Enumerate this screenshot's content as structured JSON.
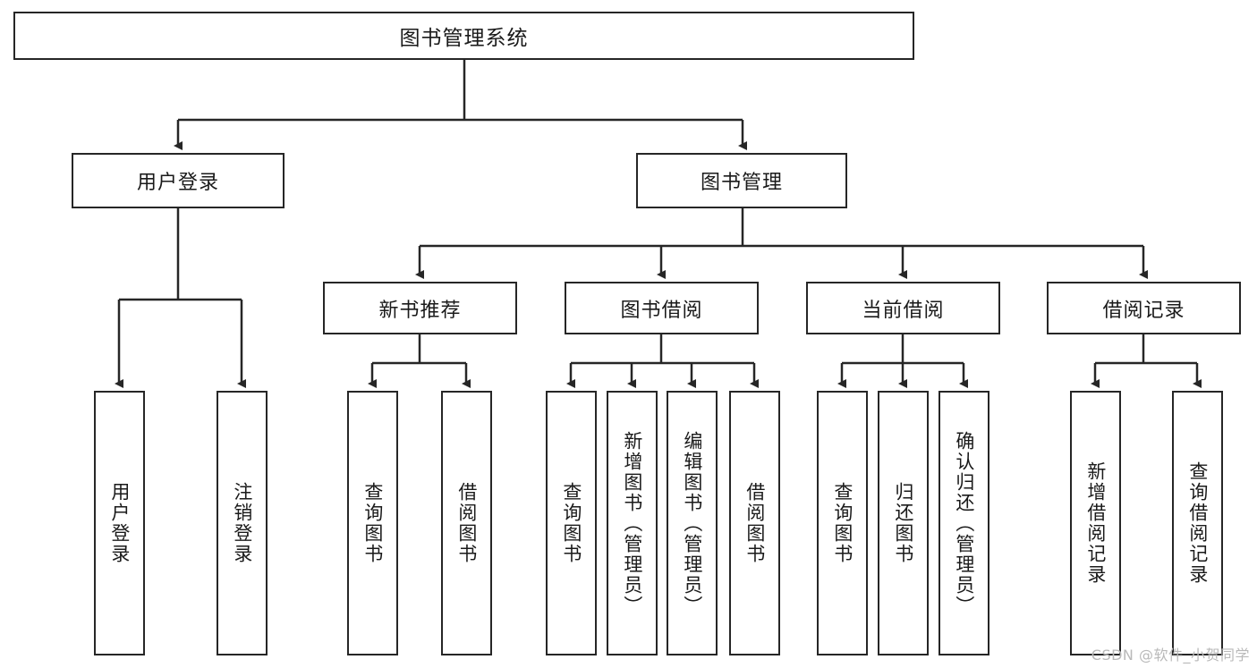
{
  "diagram": {
    "title": "图书管理系统",
    "type": "tree",
    "root": {
      "label": "图书管理系统"
    },
    "level1": [
      {
        "label": "用户登录"
      },
      {
        "label": "图书管理"
      }
    ],
    "level2": [
      {
        "label": "新书推荐"
      },
      {
        "label": "图书借阅"
      },
      {
        "label": "当前借阅"
      },
      {
        "label": "借阅记录"
      }
    ],
    "leaves": {
      "user_login": [
        {
          "label": "用户登录"
        },
        {
          "label": "注销登录"
        }
      ],
      "new_book_recommend": [
        {
          "label": "查询图书"
        },
        {
          "label": "借阅图书"
        }
      ],
      "book_borrow": [
        {
          "label": "查询图书"
        },
        {
          "label": "新增图书（管理员）"
        },
        {
          "label": "编辑图书（管理员）"
        },
        {
          "label": "借阅图书"
        }
      ],
      "current_borrow": [
        {
          "label": "查询图书"
        },
        {
          "label": "归还图书"
        },
        {
          "label": "确认归还（管理员）"
        }
      ],
      "borrow_record": [
        {
          "label": "新增借阅记录"
        },
        {
          "label": "查询借阅记录"
        }
      ]
    }
  },
  "watermark": {
    "text": "CSDN @软件_小贺同学"
  },
  "colors": {
    "stroke": "#262626",
    "fill": "#ffffff",
    "text": "#1a1a1a",
    "watermark": "#b9b9b9"
  }
}
